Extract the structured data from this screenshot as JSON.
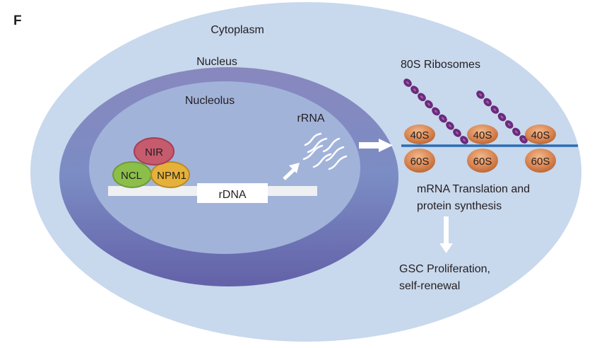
{
  "panel_label": "F",
  "compartments": {
    "cytoplasm": "Cytoplasm",
    "nucleus": "Nucleus",
    "nucleolus": "Nucleolus"
  },
  "proteins": [
    {
      "label": "NIR",
      "color": "#c75b6e"
    },
    {
      "label": "NCL",
      "color": "#8cbf4a"
    },
    {
      "label": "NPM1",
      "color": "#e6b13a"
    }
  ],
  "rdna_label": "rDNA",
  "rrna_label": "rRNA",
  "ribosomes": {
    "title": "80S Ribosomes",
    "small_subunit": "40S",
    "large_subunit": "60S",
    "count": 3
  },
  "process_label_line1": "mRNA Translation and",
  "process_label_line2": "protein synthesis",
  "outcome_label_line1": "GSC Proliferation,",
  "outcome_label_line2": "self-renewal",
  "colors": {
    "cytoplasm": "#c8d8ed",
    "nucleus_top": "#8a8ac0",
    "nucleus_bottom": "#6464aa",
    "nucleolus": "#a2b3da",
    "mrna": "#2e6db4",
    "peptide": "#6b2a7a",
    "subunit": "#d17f4f",
    "arrow": "#ffffff"
  }
}
